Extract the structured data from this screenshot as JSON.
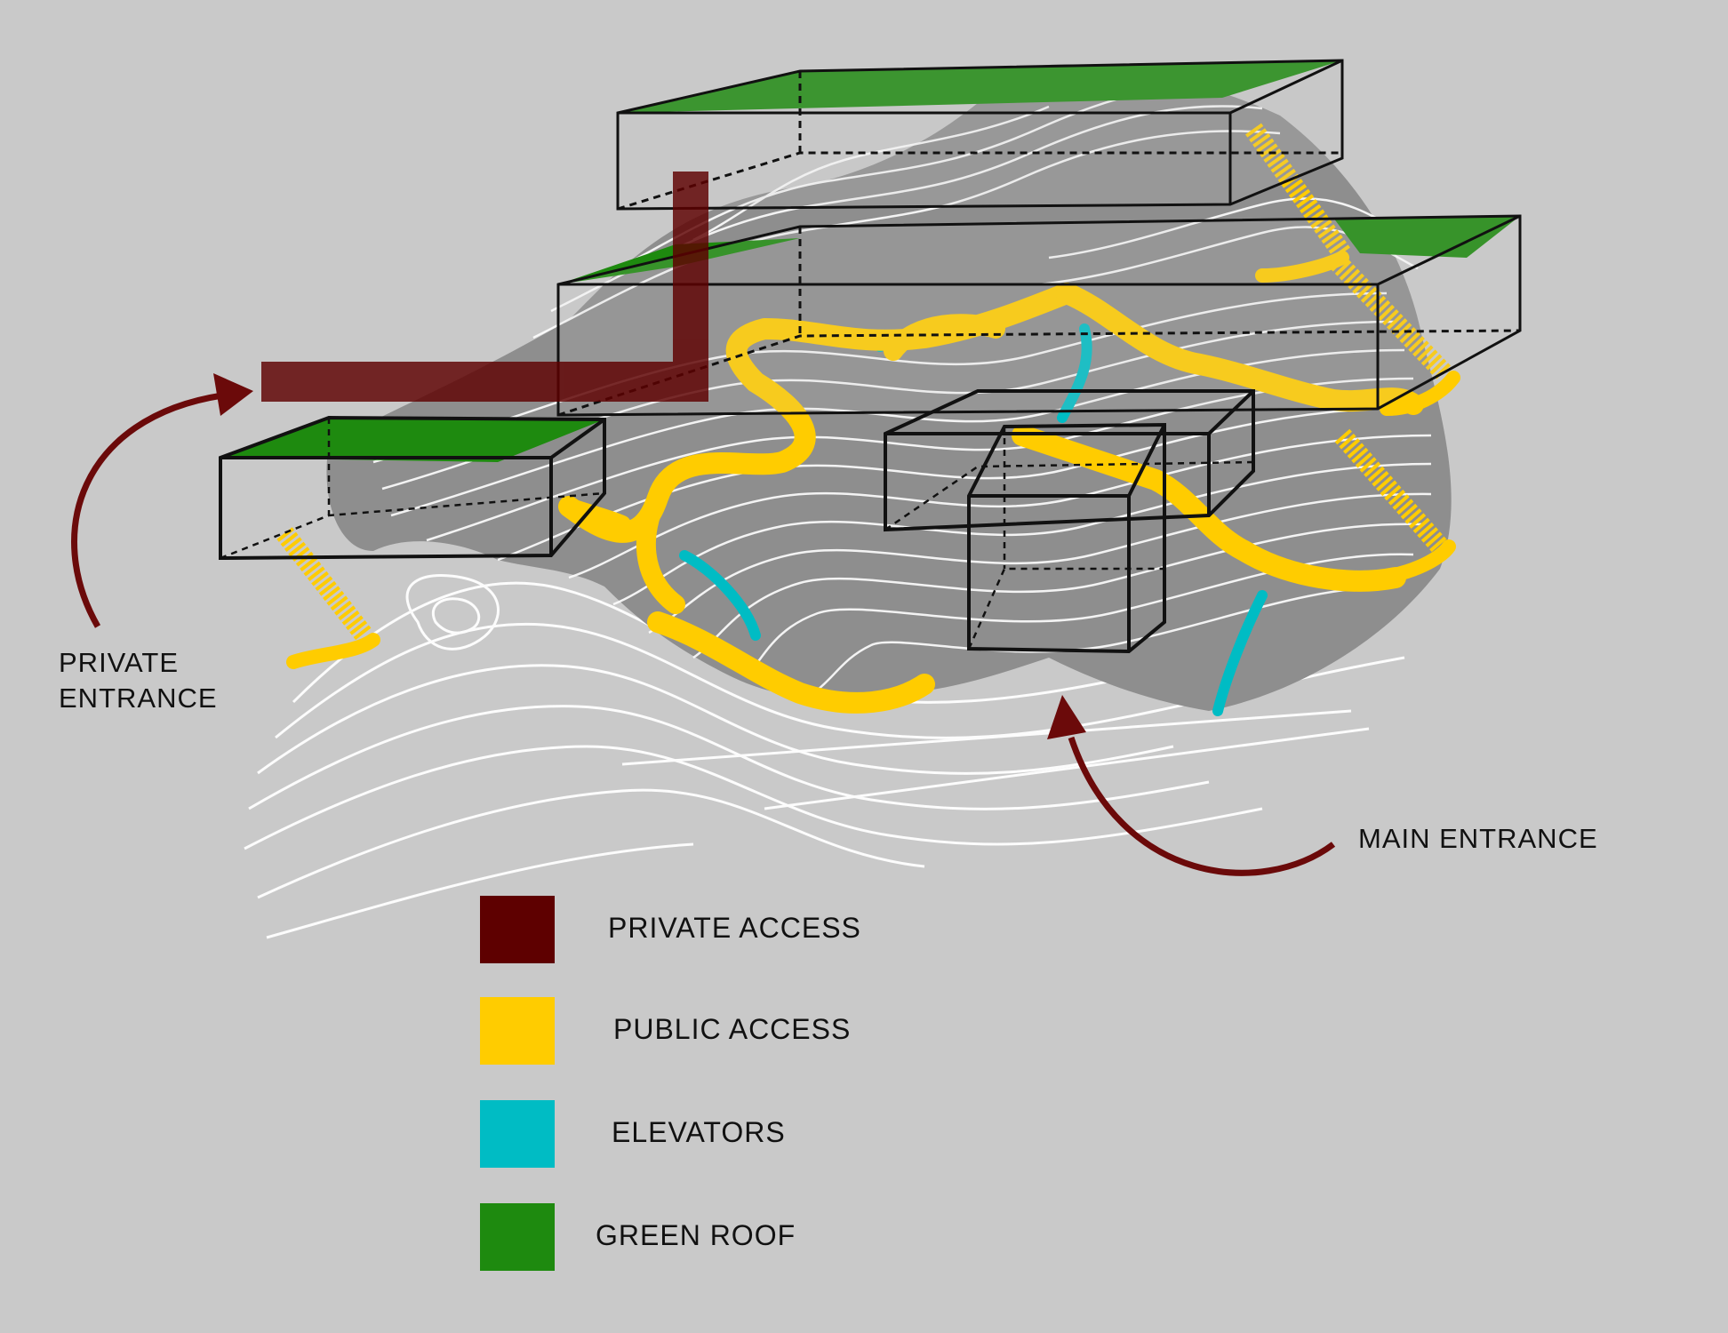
{
  "annotations": {
    "private_entrance_line1": "PRIVATE",
    "private_entrance_line2": "ENTRANCE",
    "main_entrance": "MAIN ENTRANCE"
  },
  "legend": [
    {
      "label": "PRIVATE ACCESS",
      "color": "#5e0000"
    },
    {
      "label": "PUBLIC ACCESS",
      "color": "#ffcc00"
    },
    {
      "label": "ELEVATORS",
      "color": "#00bcc4"
    },
    {
      "label": "GREEN ROOF",
      "color": "#1e8a0f"
    }
  ],
  "colors": {
    "background": "#c9c9c9",
    "terrain": "#8d8d8d",
    "contour": "#ffffff",
    "arrow": "#6b0a0a",
    "box_outline": "#111111"
  }
}
